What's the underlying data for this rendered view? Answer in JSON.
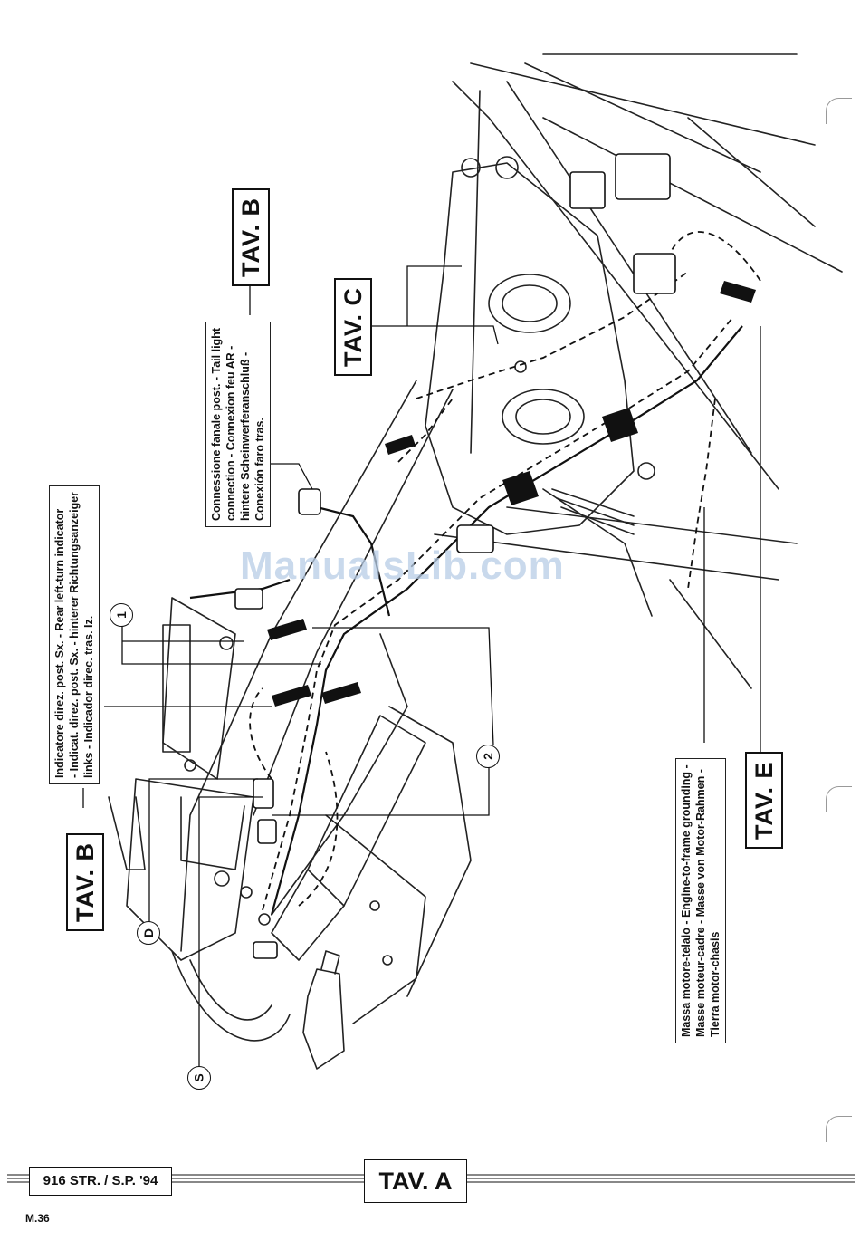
{
  "labels": {
    "tav_b_top": "TAV. B",
    "tav_b_left": "TAV. B",
    "tav_c": "TAV. C",
    "tav_e": "TAV. E",
    "tav_a": "TAV. A"
  },
  "callouts": {
    "tail_light": [
      "Connessione fanale post. - Tail light",
      "connection - Connexion feu AR -",
      "hintere Scheinwerferanschluß -",
      "Conexión faro tras."
    ],
    "left_turn": [
      "Indicatore direz. post. Sx. - Rear left-turn indicator",
      "- Indicat. direz. post. Sx. - hinterer Richtungsanzeiger",
      "links - Indicador direc. tras. Iz."
    ],
    "ground": [
      "Massa motore-telaio - Engine-to-frame grounding -",
      "Masse moteur-cadre - Masse von Motor-Rahmen -",
      "Tierra motor-chasis"
    ]
  },
  "markers": [
    "1",
    "2",
    "D",
    "S"
  ],
  "footer": {
    "model": "916 STR. / S.P. '94",
    "page": "M.36"
  },
  "watermark": "ManualsLib.com"
}
